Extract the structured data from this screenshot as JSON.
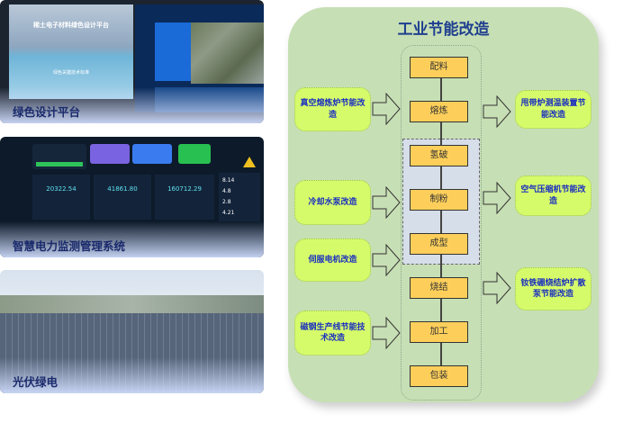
{
  "left_cards": [
    {
      "caption": "绿色设计平台",
      "screen_title": "稀土电子材料绿色设计平台",
      "screen_subtitle": "绿色关键技术标准"
    },
    {
      "caption": "智慧电力监测管理系统",
      "readings": [
        "20322.54",
        "41861.80",
        "160712.29"
      ],
      "side_values": [
        "8.14",
        "4.8",
        "2.8",
        "4.21"
      ]
    },
    {
      "caption": "光伏绿电"
    }
  ],
  "diagram": {
    "title": "工业节能改造",
    "steps": [
      "配料",
      "熔炼",
      "氢破",
      "制粉",
      "成型",
      "烧结",
      "加工",
      "包装"
    ],
    "left_inputs": [
      "真空熔炼炉节能改造",
      "冷却水泵改造",
      "伺服电机改造",
      "磁钢生产线节能技术改造"
    ],
    "right_outputs": [
      "甩带炉测温装置节能改造",
      "空气压缩机节能改造",
      "钕铁硼烧结炉扩散泵节能改造"
    ]
  },
  "colors": {
    "panel": "#c7dfb4",
    "step": "#fdcf5a",
    "green_box": "#d6fb6a",
    "text_blue": "#1a2ec0",
    "title": "#1f3f8f"
  }
}
